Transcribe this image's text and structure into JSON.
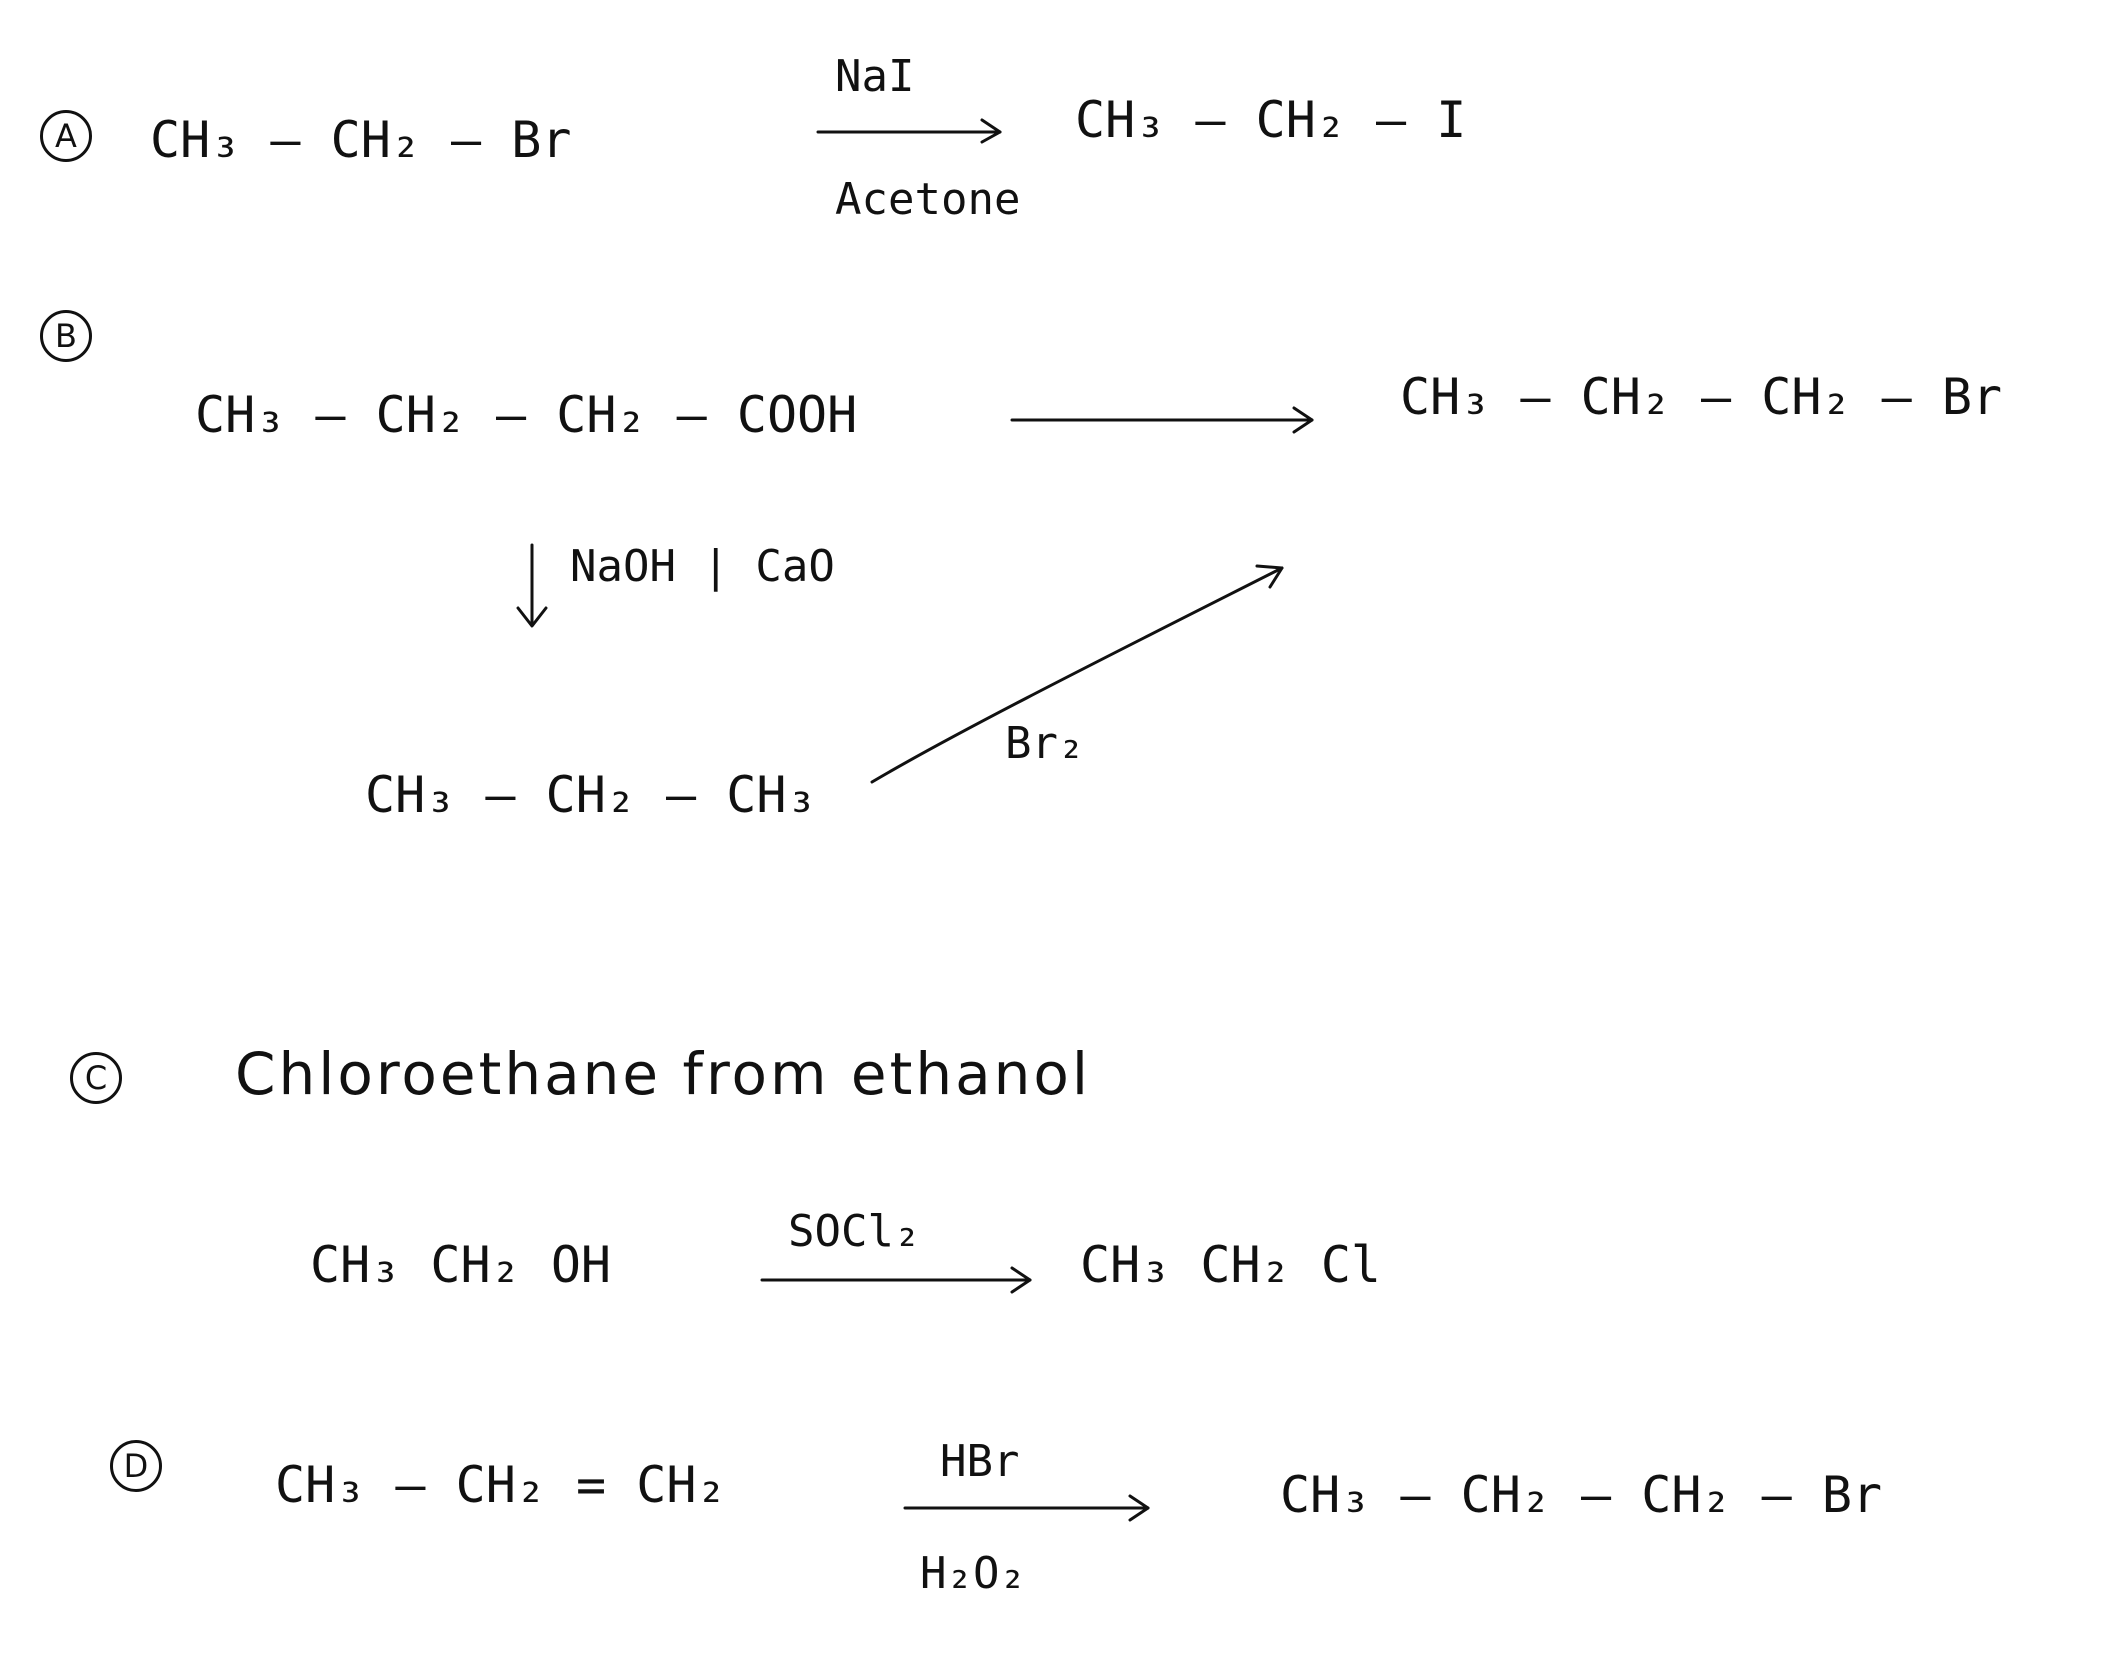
{
  "sections": {
    "a": {
      "label": "A",
      "reactant": "CH₃ – CH₂ – Br",
      "reagent_top": "NaI",
      "reagent_bottom": "Acetone",
      "product": "CH₃ – CH₂ – I"
    },
    "b": {
      "label": "B",
      "reactant": "CH₃ – CH₂ – CH₂ – COOH",
      "product": "CH₃ – CH₂ – CH₂ – Br",
      "down_reagent": "NaOH | CaO",
      "intermediate": "CH₃ – CH₂ – CH₃",
      "diagonal_reagent": "Br₂"
    },
    "c": {
      "label": "C",
      "title": "Chloroethane from ethanol",
      "reactant": "CH₃ CH₂ OH",
      "reagent_top": "SOCl₂",
      "product": "CH₃ CH₂ Cl"
    },
    "d": {
      "label": "D",
      "reactant": "CH₃ – CH₂ = CH₂",
      "reagent_top": "HBr",
      "reagent_bottom": "H₂O₂",
      "product": "CH₃ – CH₂ – CH₂ – Br"
    }
  }
}
